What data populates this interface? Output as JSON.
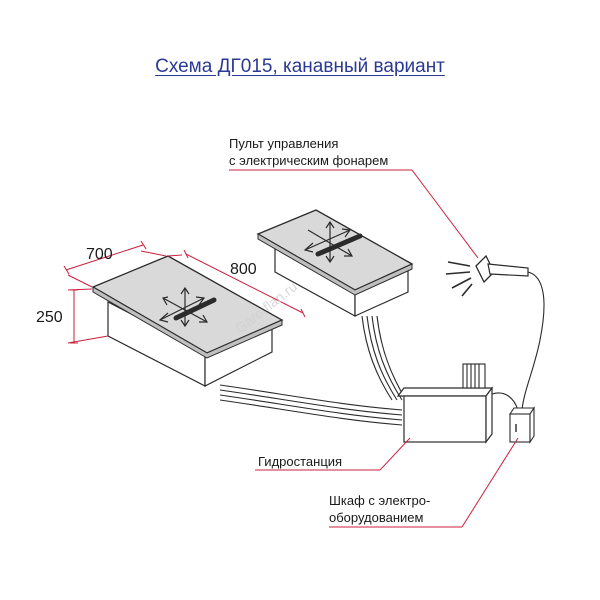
{
  "title": "Схема ДГ015, канавный вариант",
  "dimensions": {
    "width": "700",
    "length": "800",
    "height": "250"
  },
  "labels": {
    "control_panel_line1": "Пульт управления",
    "control_panel_line2": "с электрическим фонарем",
    "hydro_station": "Гидростанция",
    "cabinet_line1": "Шкаф с электро-",
    "cabinet_line2": "оборудованием"
  },
  "watermark": "Garo.flan.ru",
  "colors": {
    "title": "#2a3a94",
    "accent": "#cc1f3d",
    "outline": "#2b2b2b",
    "plate": "#d9d9d9",
    "arrow": "#2b2b2b"
  }
}
